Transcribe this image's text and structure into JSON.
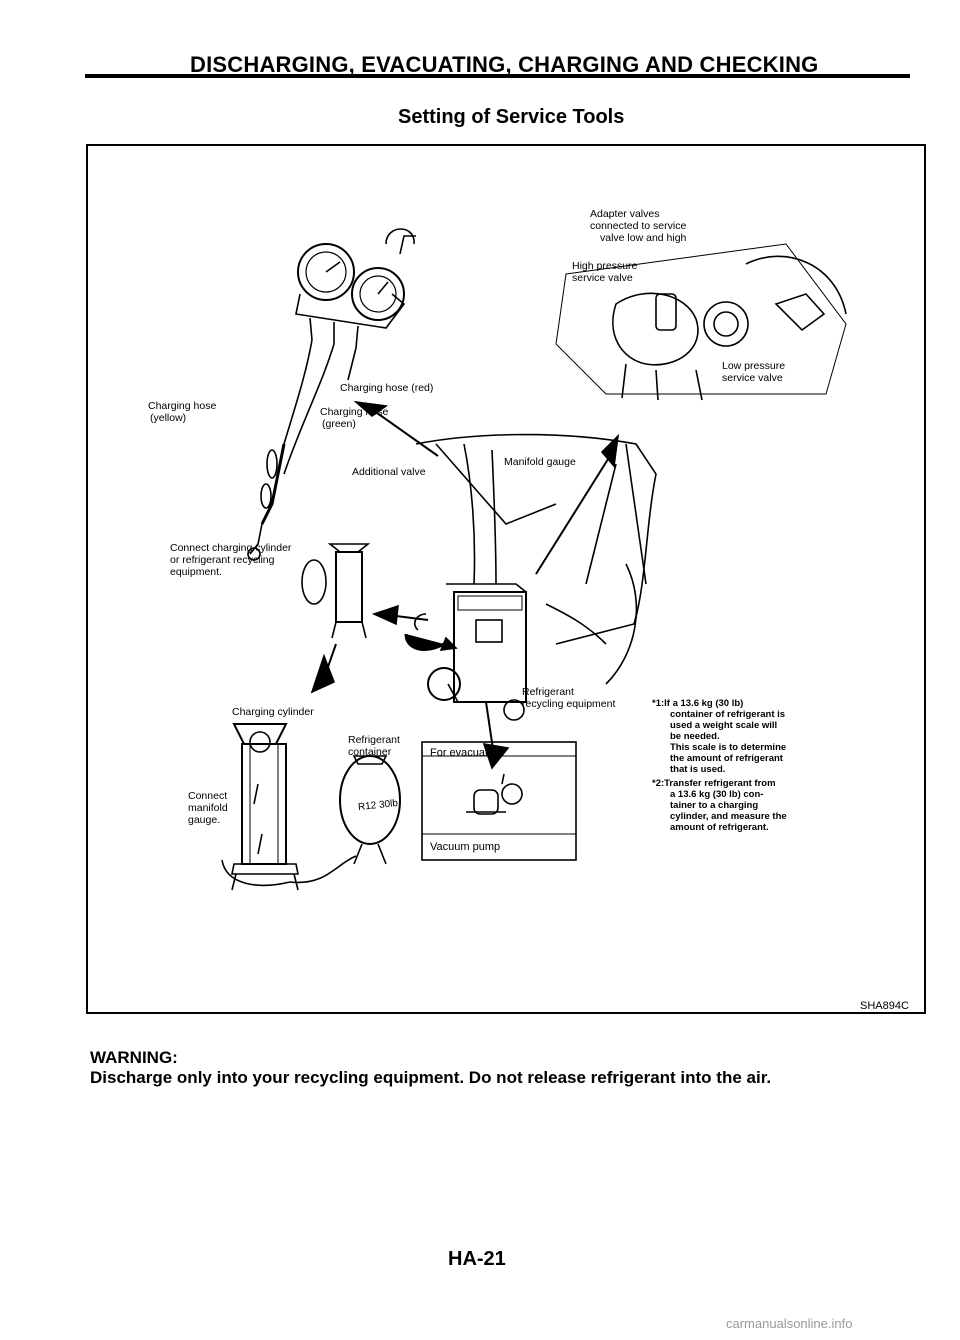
{
  "header": {
    "title": "DISCHARGING, EVACUATING, CHARGING AND CHECKING"
  },
  "section": {
    "title": "Setting of Service Tools"
  },
  "figure": {
    "labels": {
      "charging_hose_yellow": "Charging hose",
      "charging_hose_yellow_color": "(yellow)",
      "charging_hose_red": "Charging hose (red)",
      "charging_hose_green": "Charging hose",
      "charging_hose_green_color": "(green)",
      "additional_valve": "Additional valve",
      "connect_cylinder_1": "Connect charging cylinder",
      "connect_cylinder_2": "or refrigerant recycling",
      "connect_cylinder_3": "equipment.",
      "adapter_valves_1": "Adapter valves",
      "adapter_valves_2": "connected to service",
      "adapter_valves_3": "valve low and high",
      "high_pressure_1": "High pressure",
      "high_pressure_2": "service valve",
      "low_pressure_1": "Low pressure",
      "low_pressure_2": "service valve",
      "manifold_gauge": "Manifold gauge",
      "refrigerant_recycling_1": "Refrigerant",
      "refrigerant_recycling_2": "recycling equipment",
      "charging_cylinder": "Charging cylinder",
      "refrigerant_container_1": "Refrigerant",
      "refrigerant_container_2": "container",
      "connect_manifold_1": "Connect",
      "connect_manifold_2": "manifold",
      "connect_manifold_3": "gauge.",
      "for_evacuation": "For evacuation",
      "vacuum_pump": "Vacuum pump",
      "container_marking": "R12 30lb"
    },
    "notes": [
      "*1:If a 13.6 kg (30 lb)",
      "container of refrigerant is",
      "used a weight scale will",
      "be needed.",
      "This scale is to determine",
      "the amount of refrigerant",
      "that is used.",
      "*2:Transfer refrigerant from",
      "a 13.6 kg (30 lb) con-",
      "tainer to a charging",
      "cylinder, and measure the",
      "amount of refrigerant."
    ],
    "code": "SHA894C"
  },
  "warning": {
    "heading": "WARNING:",
    "text": "Discharge only into your recycling equipment. Do not release refrigerant into the air."
  },
  "footer": {
    "page_number": "HA-21",
    "watermark": "carmanualsonline.info"
  }
}
